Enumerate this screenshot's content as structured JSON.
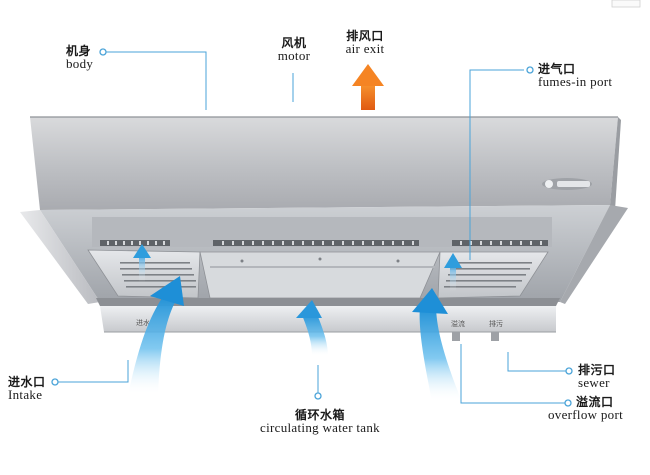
{
  "labels": {
    "body": {
      "zh": "机身",
      "en": "body"
    },
    "motor": {
      "zh": "风机",
      "en": "motor"
    },
    "air_exit": {
      "zh": "排风口",
      "en": "air exit"
    },
    "fumes_in": {
      "zh": "进气口",
      "en": "fumes-in port"
    },
    "intake": {
      "zh": "进水口",
      "en": "Intake"
    },
    "sewer": {
      "zh": "排污口",
      "en": "sewer"
    },
    "overflow": {
      "zh": "溢流口",
      "en": "overflow port"
    },
    "tank": {
      "zh": "循环水箱",
      "en": "circulating water tank"
    }
  },
  "plates": {
    "left": "进水",
    "middle": "溢流",
    "right": "排污"
  },
  "colors": {
    "leader_line": "#4aa3d8",
    "air_exit_arrow": "#f07a1a",
    "inflow_arrow": "#2e9de0"
  }
}
